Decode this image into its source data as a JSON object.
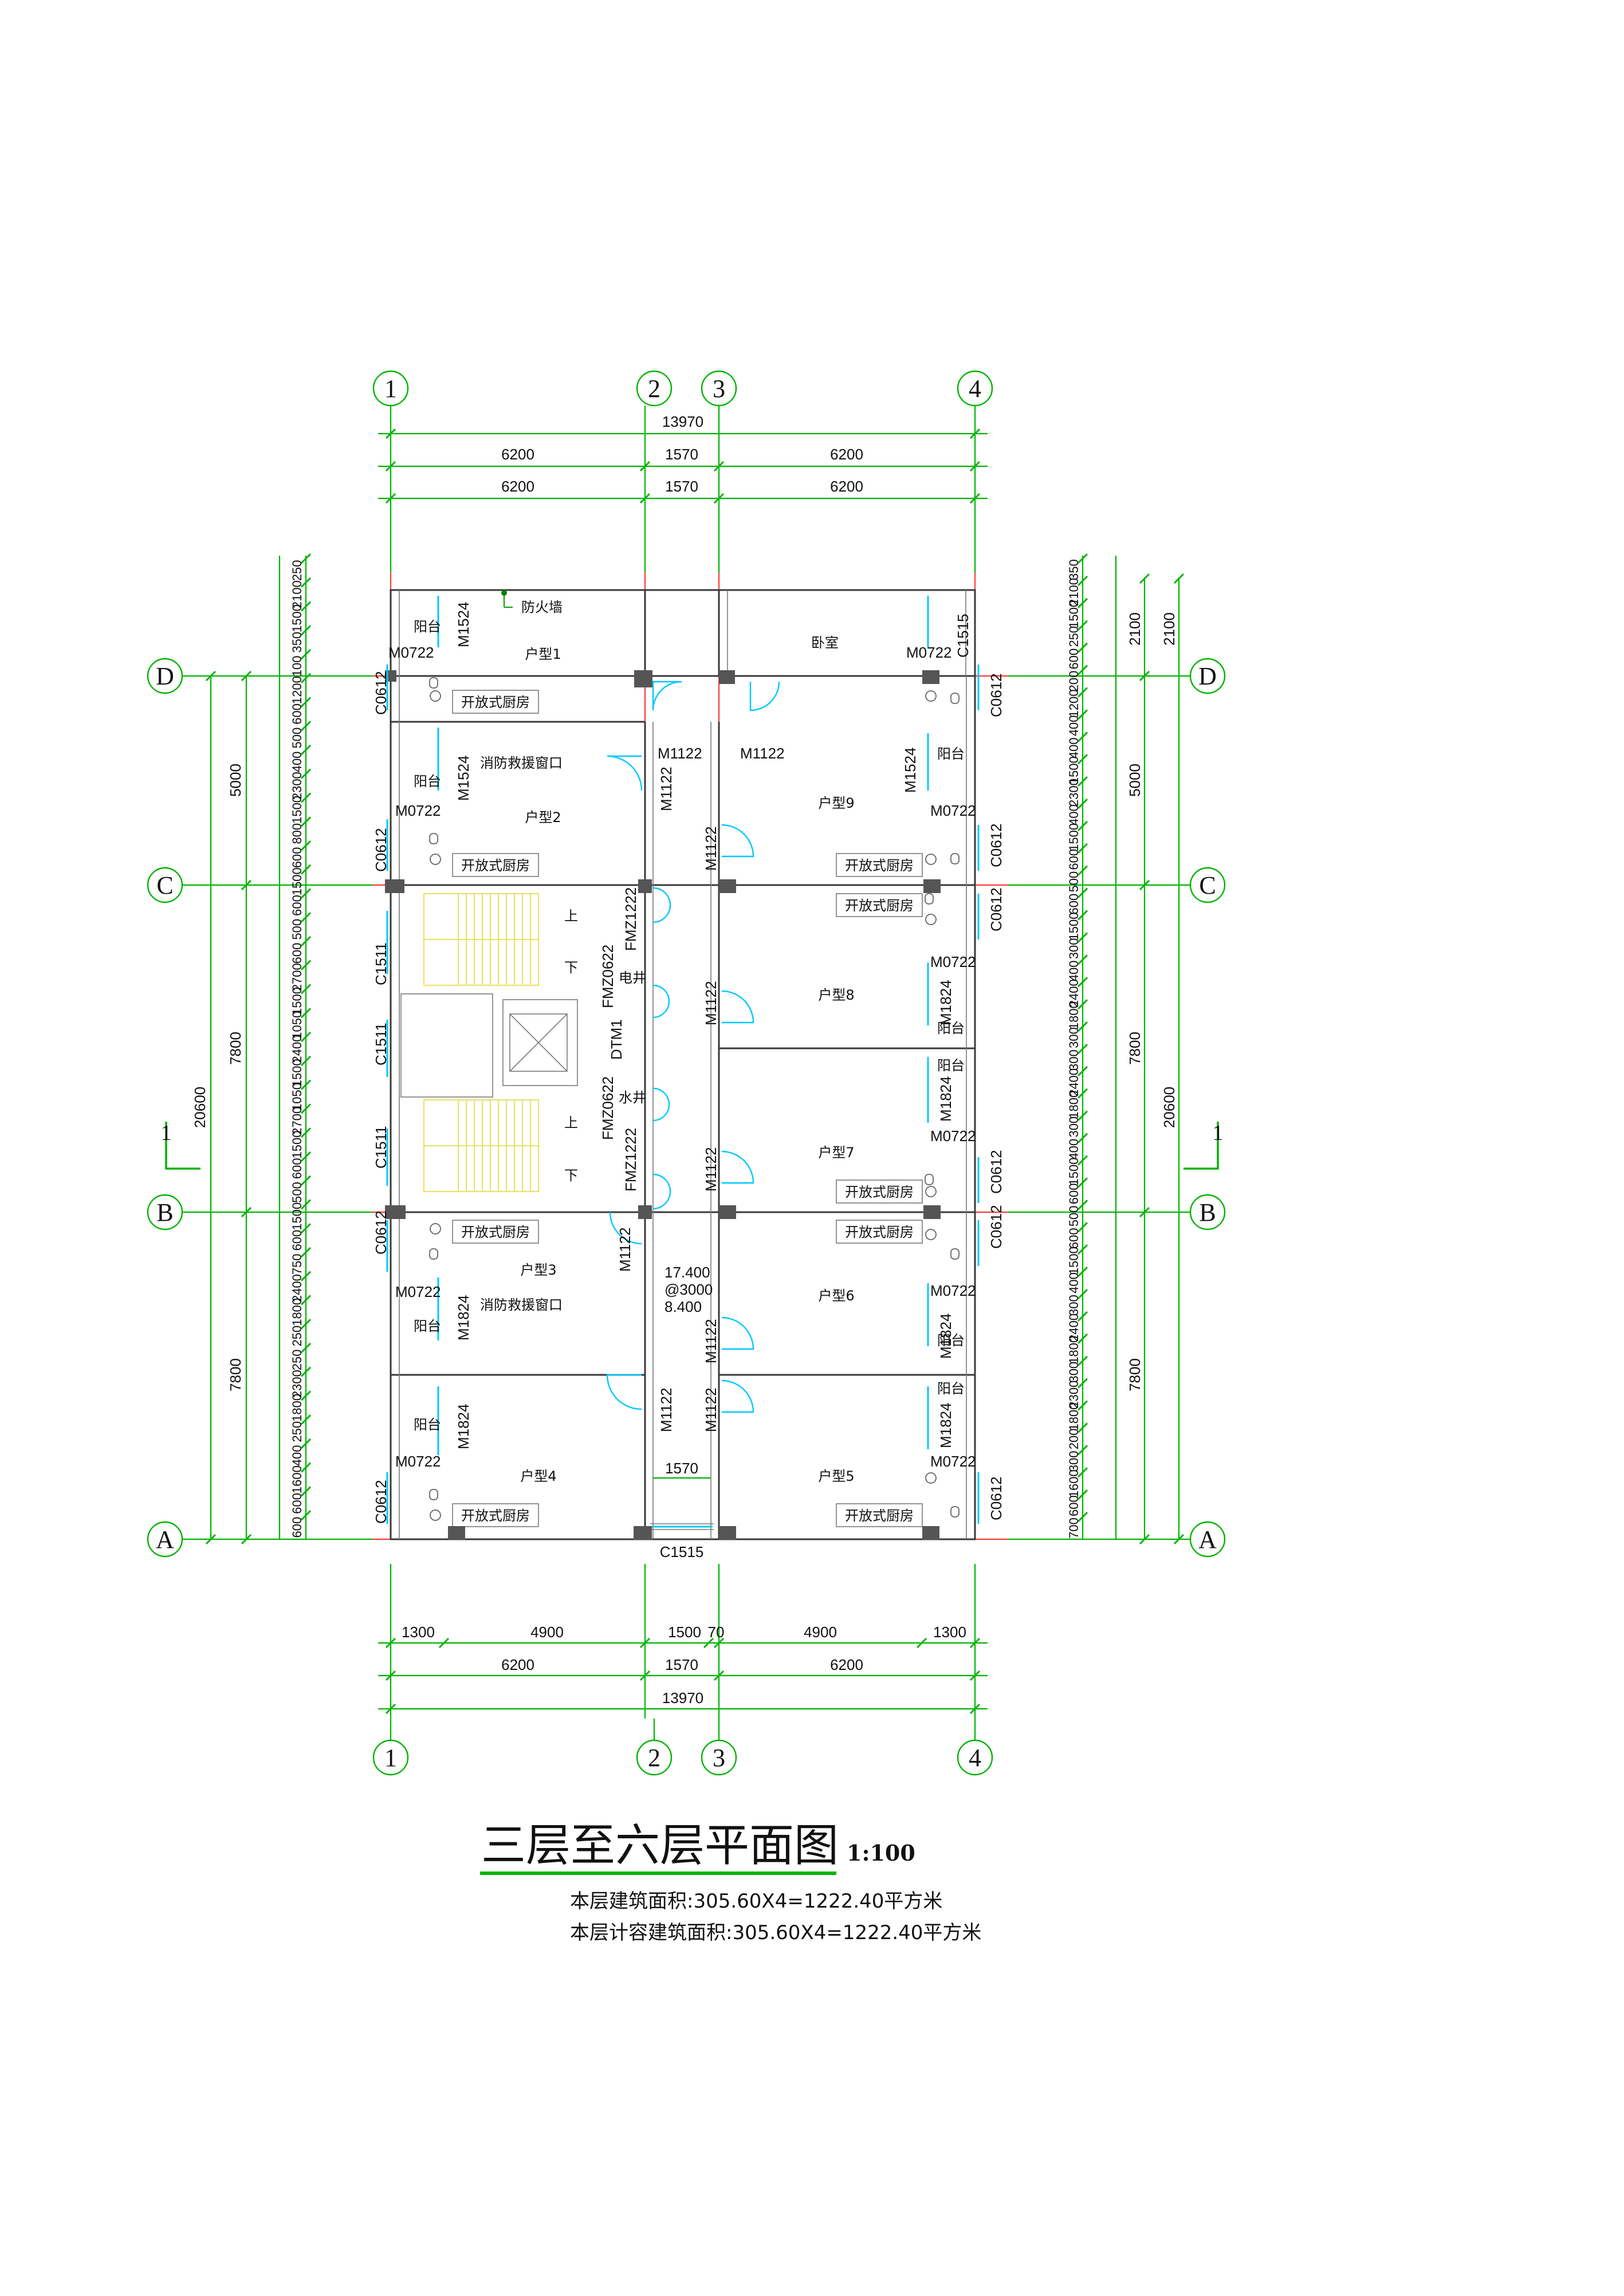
{
  "title": "三层至六层平面图",
  "scale": "1:100",
  "area_line1": "本层建筑面积:305.60X4=1222.40平方米",
  "area_line2": "本层计容建筑面积:305.60X4=1222.40平方米",
  "colors": {
    "dimension": "#00b300",
    "axis": "#ff3b3b",
    "window": "#00c8ff",
    "wall": "#3a3a3a",
    "stair": "#e8e36a"
  },
  "grid_axes": {
    "vertical": [
      "1",
      "2",
      "3",
      "4"
    ],
    "horizontal": [
      "D",
      "C",
      "B",
      "A"
    ]
  },
  "section_mark": "1",
  "top_dims": {
    "total": "13970",
    "bay_a": "6200",
    "bay_b": "1570",
    "bay_c": "6200"
  },
  "bottom_dims": {
    "row1": [
      "1300",
      "4900",
      "1500",
      "70",
      "4900",
      "1300"
    ],
    "row2": [
      "6200",
      "1570",
      "6200"
    ],
    "total": "13970"
  },
  "left_dims": {
    "outer": "20600",
    "mid": [
      "5000",
      "7800",
      "7800"
    ],
    "detail": [
      "250",
      "2100",
      "1500",
      "350",
      "100",
      "1200",
      "600",
      "500",
      "400",
      "2300",
      "1500",
      "800",
      "600",
      "1500",
      "600",
      "500",
      "600",
      "2700",
      "1500",
      "1050",
      "2400",
      "1500",
      "1050",
      "2700",
      "1500",
      "600",
      "500",
      "1500",
      "600",
      "750",
      "2400",
      "1800",
      "250",
      "250",
      "2300",
      "1800",
      "250",
      "400",
      "1600",
      "600",
      "600"
    ]
  },
  "right_dims": {
    "outer": "20600",
    "mid": [
      "2100",
      "5000",
      "7800",
      "7800"
    ],
    "detail": [
      "350",
      "2100",
      "1500",
      "250",
      "600",
      "200",
      "1200",
      "400",
      "400",
      "1500",
      "2300",
      "400",
      "1500",
      "600",
      "500",
      "600",
      "1500",
      "300",
      "400",
      "2400",
      "1800",
      "300",
      "300",
      "2400",
      "1800",
      "300",
      "400",
      "1500",
      "600",
      "500",
      "600",
      "1500",
      "400",
      "300",
      "2400",
      "1800",
      "300",
      "2300",
      "1800",
      "200",
      "300",
      "1600",
      "600",
      "700"
    ]
  },
  "rooms": {
    "unit1": "户型1",
    "unit2": "户型2",
    "unit3": "户型3",
    "unit4": "户型4",
    "unit5": "户型5",
    "unit6": "户型6",
    "unit7": "户型7",
    "unit8": "户型8",
    "unit9": "户型9",
    "bedroom": "卧室",
    "balcony": "阳台",
    "kitchen": "开放式厨房",
    "firewall": "防火墙",
    "rescue": "消防救援窗口",
    "elec_shaft": "电井",
    "water_shaft": "水井",
    "up": "上",
    "down": "下"
  },
  "codes": {
    "m1524": "M1524",
    "m0722": "M0722",
    "c0612": "C0612",
    "m1122": "M1122",
    "c1515": "C1515",
    "c1511": "C1511",
    "m1824": "M1824",
    "fmz0622": "FMZ0622",
    "fmz1222": "FMZ1222",
    "dtm1": "DTM1"
  },
  "elevation": {
    "e1": "17.400",
    "e2": "@3000",
    "e3": "8.400"
  },
  "corridor_dim": "1570"
}
